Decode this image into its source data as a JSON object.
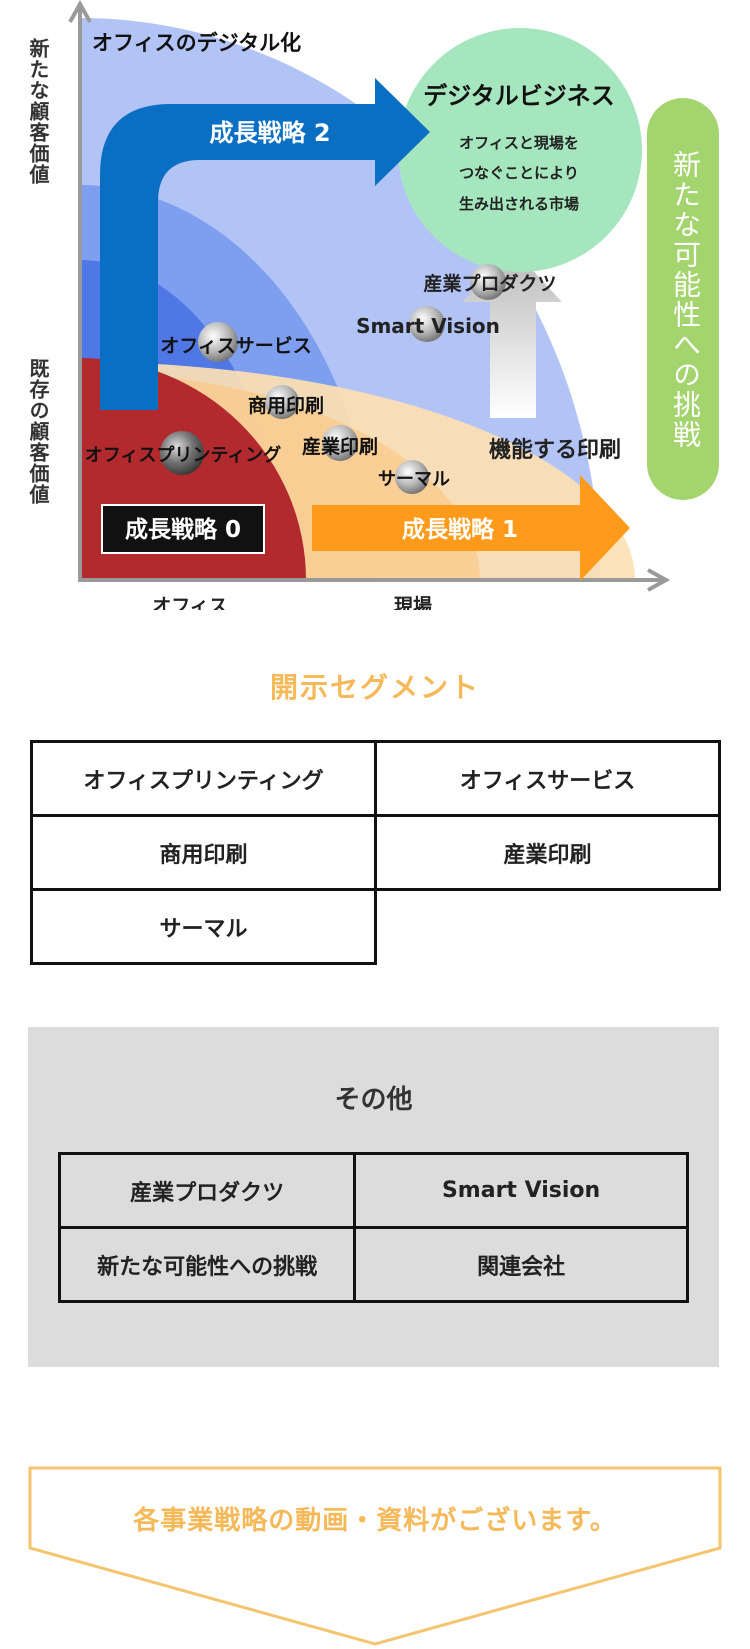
{
  "diagram": {
    "y_axis_top_label": "新たな顧客価値",
    "y_axis_bottom_label": "既存の顧客価値",
    "x_axis_left_label": "オフィス",
    "x_axis_right_label": "現場",
    "office_digital_label": "オフィスのデジタル化",
    "strategy0": "成長戦略 0",
    "strategy1": "成長戦略 1",
    "strategy2": "成長戦略 2",
    "digital_business_title": "デジタルビジネス",
    "digital_business_line1": "オフィスと現場を",
    "digital_business_line2": "つなぐことにより",
    "digital_business_line3": "生み出される市場",
    "new_challenge_label": "新たな可能性への挑戦",
    "functional_printing_label": "機能する印刷",
    "nodes": {
      "office_printing": "オフィスプリンティング",
      "office_services": "オフィスサービス",
      "commercial_printing": "商用印刷",
      "industrial_printing": "産業印刷",
      "thermal": "サーマル",
      "industrial_products": "産業プロダクツ",
      "smart_vision": "Smart Vision"
    },
    "colors": {
      "blue_arrow": "#0a6fc2",
      "orange_arrow": "#ff9a1a",
      "dark_red": "#b22a2e",
      "green_circle": "#a6e6bf",
      "green_pill": "#a3d46e"
    }
  },
  "segments": {
    "title": "開示セグメント",
    "rows": [
      [
        "オフィスプリンティング",
        "オフィスサービス"
      ],
      [
        "商用印刷",
        "産業印刷"
      ],
      [
        "サーマル",
        ""
      ]
    ]
  },
  "other": {
    "title": "その他",
    "rows": [
      [
        "産業プロダクツ",
        "Smart Vision"
      ],
      [
        "新たな可能性への挑戦",
        "関連会社"
      ]
    ]
  },
  "cta": {
    "text": "各事業戦略の動画・資料がございます。"
  }
}
